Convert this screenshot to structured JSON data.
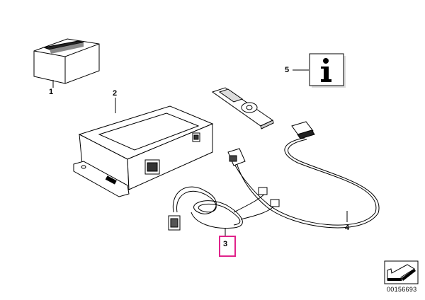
{
  "parts": [
    {
      "number": "1",
      "name": "packaging-box"
    },
    {
      "number": "2",
      "name": "control-unit"
    },
    {
      "number": "3",
      "name": "wiring-harness"
    },
    {
      "number": "4",
      "name": "ipod-cable"
    },
    {
      "number": "5",
      "name": "info-note"
    }
  ],
  "diagram_id": "00156693",
  "highlight_color": "#e0228a"
}
